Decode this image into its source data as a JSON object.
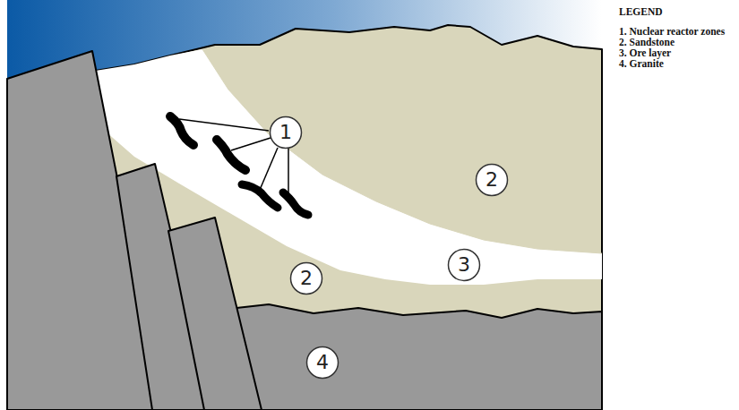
{
  "diagram": {
    "nodes": [
      {
        "text": [
          "1"
        ]
      },
      {
        "text": [
          "2"
        ]
      },
      {
        "text": [
          "3"
        ]
      },
      {
        "text": [
          "2"
        ]
      },
      {
        "text": [
          "4"
        ]
      }
    ],
    "labels": [
      "LEGEND"
    ],
    "legend": [
      {
        "text": "1. Nuclear reactor zones"
      },
      {
        "text": "2. Sandstone"
      },
      {
        "text": "3. Ore layer"
      },
      {
        "text": "4. Granite"
      }
    ]
  }
}
